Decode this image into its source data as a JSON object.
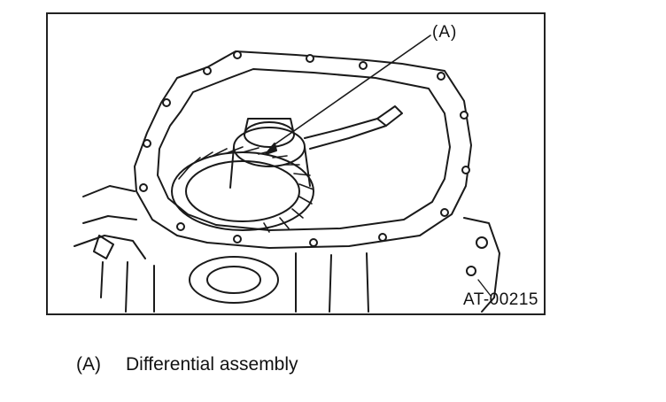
{
  "figure": {
    "callout_label": "(A)",
    "figure_id": "AT-00215"
  },
  "legend": {
    "items": [
      {
        "key": "(A)",
        "text": "Differential assembly"
      }
    ]
  }
}
